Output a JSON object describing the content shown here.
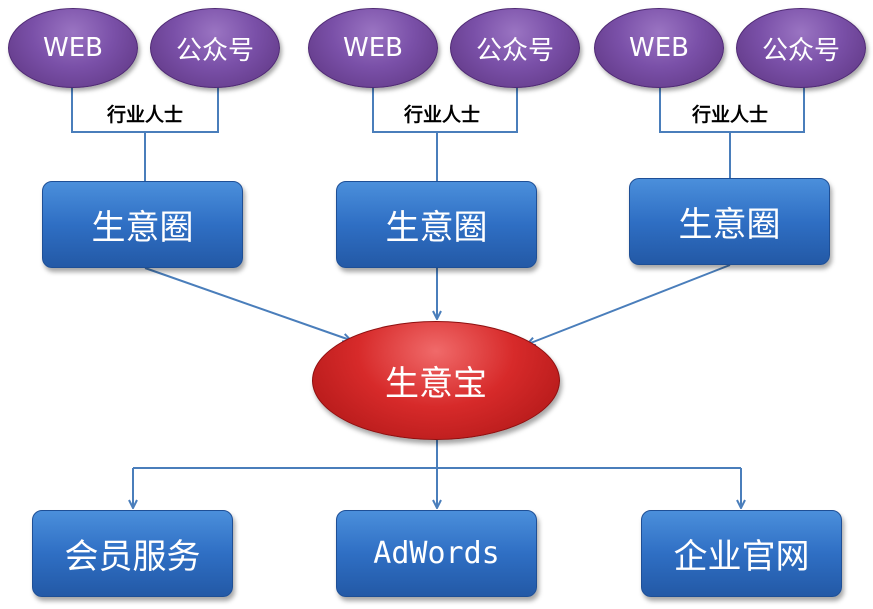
{
  "colors": {
    "line": "#4a7ebb",
    "purple": "#7a50a8",
    "red": "#d72a2a",
    "blue": "#2f6fc4"
  },
  "groups": [
    {
      "web": "WEB",
      "wechat": "公众号",
      "tag": "行业人士",
      "circle": "生意圈"
    },
    {
      "web": "WEB",
      "wechat": "公众号",
      "tag": "行业人士",
      "circle": "生意圈"
    },
    {
      "web": "WEB",
      "wechat": "公众号",
      "tag": "行业人士",
      "circle": "生意圈"
    }
  ],
  "center": {
    "label": "生意宝"
  },
  "outputs": [
    {
      "label": "会员服务"
    },
    {
      "label": "AdWords"
    },
    {
      "label": "企业官网"
    }
  ]
}
